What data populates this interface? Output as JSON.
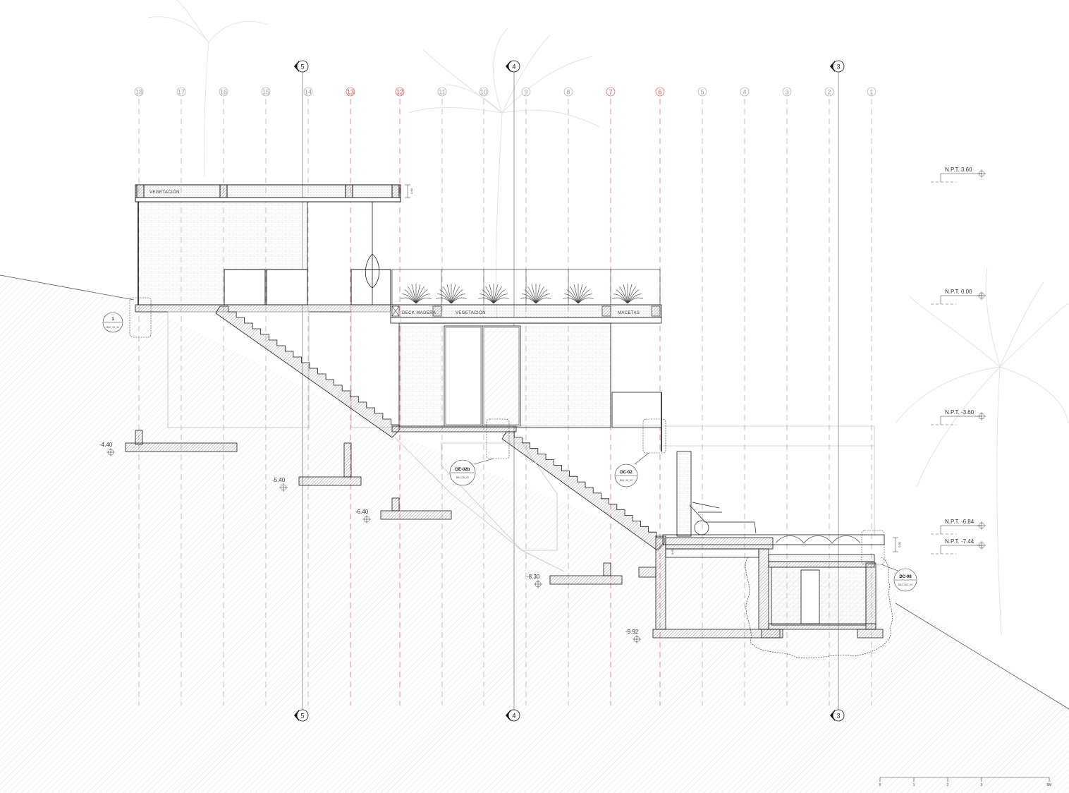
{
  "grid": {
    "numbers": [
      "18",
      "17",
      "16",
      "15",
      "14",
      "13",
      "12",
      "11",
      "10",
      "9",
      "8",
      "7",
      "6",
      "5",
      "4",
      "3",
      "2",
      "1"
    ],
    "red": [
      "13",
      "12",
      "7",
      "6"
    ]
  },
  "axes": {
    "labels": [
      "5",
      "4",
      "3"
    ]
  },
  "levels": [
    {
      "label": "N.P.T. 3.60"
    },
    {
      "label": "N.P.T. 0.00"
    },
    {
      "label": "N.P.T. -3.60"
    },
    {
      "label": "N.P.T. -6.84"
    },
    {
      "label": "N.P.T. -7.44"
    }
  ],
  "elevations": [
    "-4.40",
    "-5.40",
    "-6.40",
    "-8.30",
    "-9.92"
  ],
  "labels": {
    "vegetacion_roof": "VEGETACIÓN",
    "deck": "DECK MADERA",
    "vegetacion_terrace": "VEGETACIÓN",
    "macetas": "MACETAS"
  },
  "dimensions": {
    "roof": "0.60",
    "wall": "0.60",
    "pool": "0.60"
  },
  "details": [
    {
      "id": "1",
      "ref": "B61_03_11"
    },
    {
      "id": "DE-02b",
      "ref": "B61_06_02"
    },
    {
      "id": "DC-02",
      "ref": "B61_20_02"
    },
    {
      "id": "DC-08",
      "ref": "B61_052_04"
    }
  ],
  "scale": {
    "ticks": [
      "0",
      "1",
      "2",
      "3",
      "5M"
    ]
  },
  "colors": {
    "line": "#1a1a1a",
    "grid_red": "#d9433a",
    "grid_grey": "#9a9a9a",
    "ground": "#d6d6d6"
  }
}
